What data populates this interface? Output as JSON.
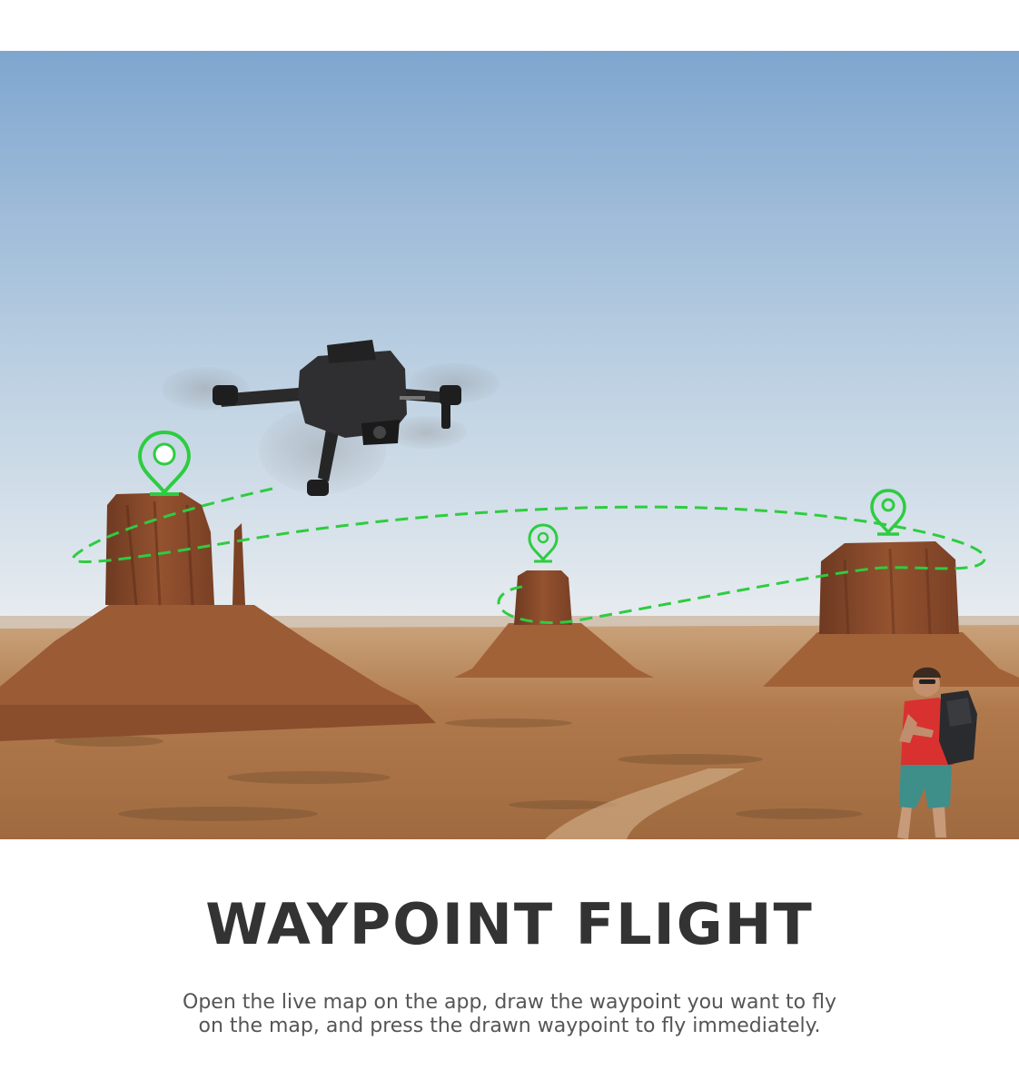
{
  "title": "WAYPOINT FLIGHT",
  "description": {
    "line1": "Open the live map on the app, draw the waypoint you want to fly",
    "line2": "on the map, and press the drawn waypoint to fly immediately."
  },
  "colors": {
    "waypoint_green": "#2ecc40",
    "sky_top": "#7fa6cf",
    "sky_bottom": "#e9edf0",
    "rock": "#8a4a2c",
    "desert": "#b88a5a",
    "title_text": "#333333"
  },
  "icons": [
    "drone",
    "map-pin-icon",
    "flight-path",
    "person-with-controller"
  ]
}
